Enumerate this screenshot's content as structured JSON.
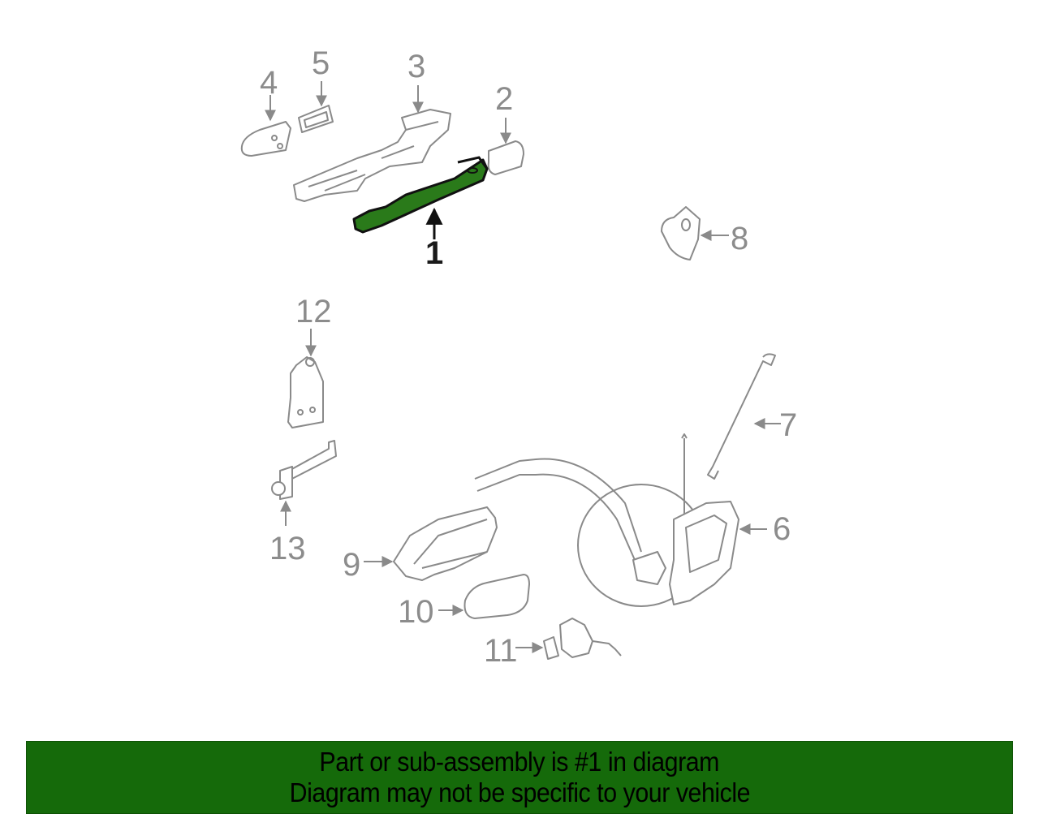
{
  "diagram": {
    "highlight_color": "#2a7a1a",
    "line_color": "#8a8a8a",
    "callouts": [
      {
        "id": "1",
        "label": "1",
        "highlighted": true
      },
      {
        "id": "2",
        "label": "2"
      },
      {
        "id": "3",
        "label": "3"
      },
      {
        "id": "4",
        "label": "4"
      },
      {
        "id": "5",
        "label": "5"
      },
      {
        "id": "6",
        "label": "6"
      },
      {
        "id": "7",
        "label": "7"
      },
      {
        "id": "8",
        "label": "8"
      },
      {
        "id": "9",
        "label": "9"
      },
      {
        "id": "10",
        "label": "10"
      },
      {
        "id": "11",
        "label": "11"
      },
      {
        "id": "12",
        "label": "12"
      },
      {
        "id": "13",
        "label": "13"
      }
    ]
  },
  "banner": {
    "background": "#156a0a",
    "line1": "Part or sub-assembly is #1 in diagram",
    "line2": "Diagram may not be specific to your vehicle"
  }
}
